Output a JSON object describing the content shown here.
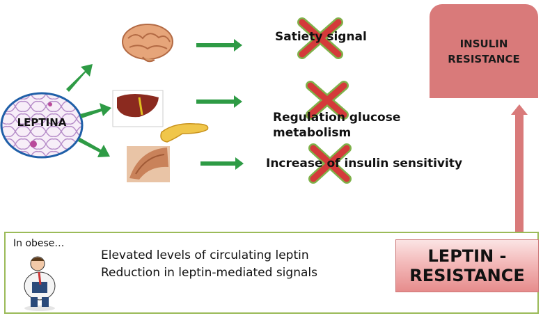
{
  "source_label": "LEPTINA",
  "effects": [
    {
      "label": "Satiety signal"
    },
    {
      "label": "Regulation glucose metabolism"
    },
    {
      "label": "Increase of insulin sensitivity"
    }
  ],
  "insulin_resistance": "INSULIN RESISTANCE",
  "obese": {
    "title": "In obese…",
    "line1": "Elevated levels of circulating leptin",
    "line2": "Reduction in leptin-mediated signals"
  },
  "leptin_resistance": "LEPTIN - RESISTANCE",
  "colors": {
    "arrow_green": "#2e9b45",
    "cross_red": "#d43a3a",
    "cross_green": "#7fb24a",
    "resist_red": "#d97a7a",
    "box_border": "#9bbb59"
  }
}
